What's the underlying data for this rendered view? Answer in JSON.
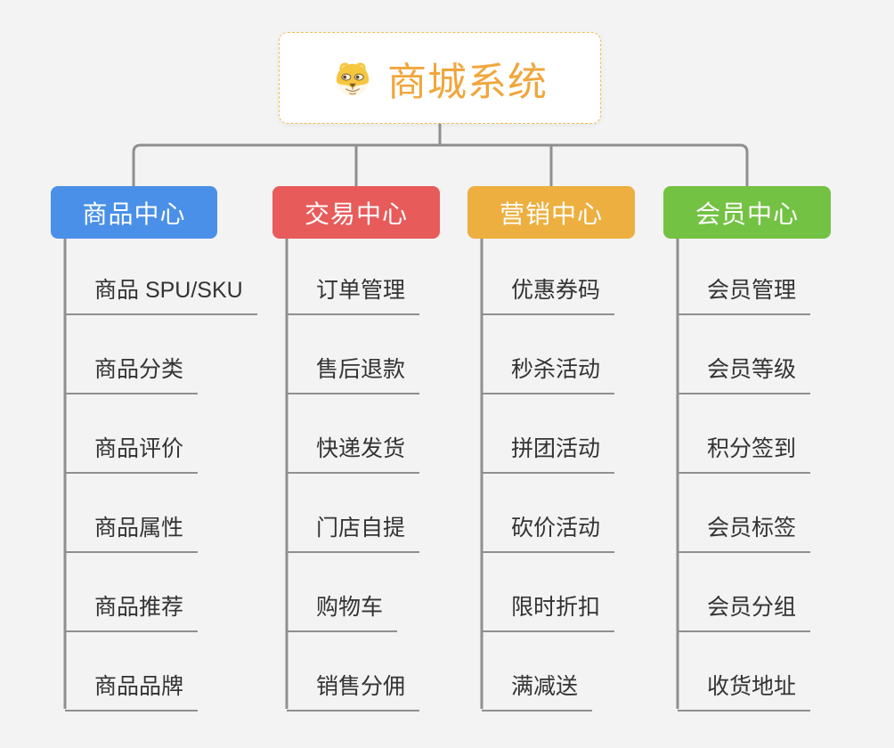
{
  "page": {
    "background_color": "#f3f3f3"
  },
  "root": {
    "title": "商城系统",
    "title_color": "#f0a63c",
    "border_color": "#f2bd55",
    "icon": "doge-icon"
  },
  "connectors": {
    "color": "#8f8f8f"
  },
  "branches": [
    {
      "label": "商品中心",
      "color": "#4a90e8",
      "items": [
        "商品 SPU/SKU",
        "商品分类",
        "商品评价",
        "商品属性",
        "商品推荐",
        "商品品牌"
      ]
    },
    {
      "label": "交易中心",
      "color": "#e85b5b",
      "items": [
        "订单管理",
        "售后退款",
        "快递发货",
        "门店自提",
        "购物车",
        "销售分佣"
      ]
    },
    {
      "label": "营销中心",
      "color": "#edaf3f",
      "items": [
        "优惠券码",
        "秒杀活动",
        "拼团活动",
        "砍价活动",
        "限时折扣",
        "满减送"
      ]
    },
    {
      "label": "会员中心",
      "color": "#74c244",
      "items": [
        "会员管理",
        "会员等级",
        "积分签到",
        "会员标签",
        "会员分组",
        "收货地址"
      ]
    }
  ]
}
